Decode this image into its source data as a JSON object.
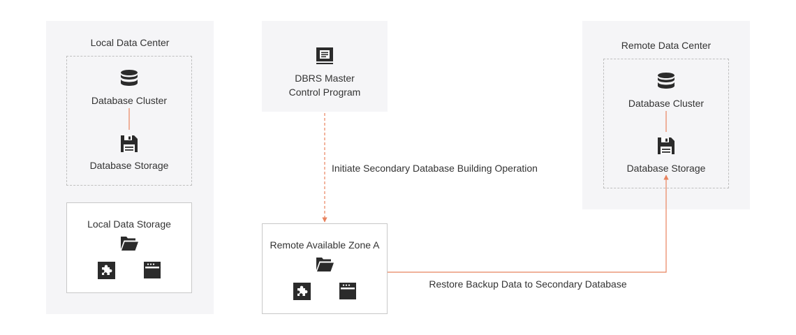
{
  "local_dc": {
    "title": "Local Data Center",
    "cluster_label": "Database Cluster",
    "storage_label": "Database Storage",
    "local_storage": {
      "title": "Local Data Storage"
    }
  },
  "dbrs": {
    "title_line1": "DBRS Master",
    "title_line2": "Control Program"
  },
  "remote_zone": {
    "title": "Remote Available Zone A"
  },
  "remote_dc": {
    "title": "Remote Data Center",
    "cluster_label": "Database Cluster",
    "storage_label": "Database Storage"
  },
  "edges": {
    "initiate_label": "Initiate Secondary Database Building Operation",
    "restore_label": "Restore Backup Data to Secondary Database"
  },
  "colors": {
    "accent": "#e8825e",
    "panel": "#f5f5f7",
    "icon": "#2b2b2b"
  }
}
